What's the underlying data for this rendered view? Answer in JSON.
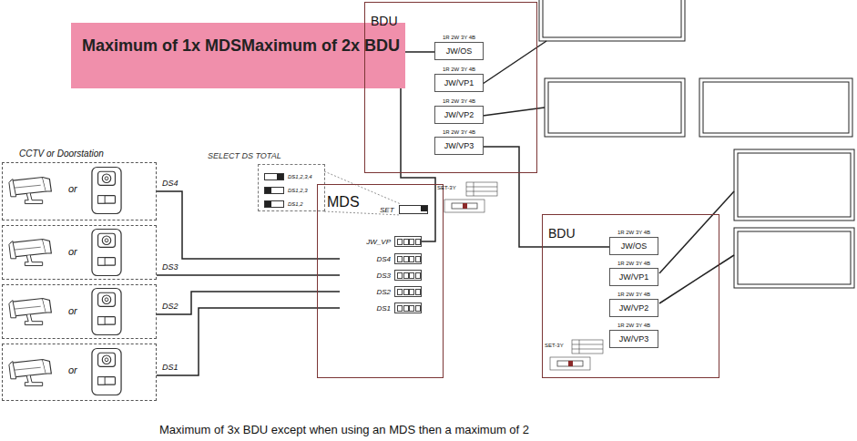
{
  "diagram": {
    "nodes": [
      {
        "text": [
          "Maximum of 1x MDS",
          "Maximum of 2x BDU"
        ]
      },
      {
        "text": [
          "BDU"
        ]
      },
      {
        "text": [
          "1R 2W 3Y 4B",
          "JW/OS"
        ],
        "in": 1
      },
      {
        "text": [
          "1R 2W 3Y 4B",
          "JW/VP1"
        ],
        "in": 1
      },
      {
        "text": [
          "1R 2W 3Y 4B",
          "JW/VP2"
        ],
        "in": 1
      },
      {
        "text": [
          "1R 2W 3Y 4B",
          "JW/VP3"
        ],
        "in": 1
      },
      {
        "text": [
          "SELECT DS TOTAL",
          "DS1,2,3,4",
          "DS1,2,3",
          "DS1,2"
        ]
      },
      {
        "text": [
          "CCTV or Doorstation",
          "or"
        ]
      },
      {
        "text": [
          "MDS",
          "SET"
        ]
      },
      {
        "text": [
          "JW_VP"
        ],
        "in": 8
      },
      {
        "text": [
          "DS4"
        ],
        "in": 8
      },
      {
        "text": [
          "DS3"
        ],
        "in": 8
      },
      {
        "text": [
          "DS2"
        ],
        "in": 8
      },
      {
        "text": [
          "DS1"
        ],
        "in": 8
      },
      {
        "text": [
          "or"
        ]
      },
      {
        "text": [
          "BDU"
        ]
      },
      {
        "text": [
          "1R 2W 3Y 4B",
          "JW/OS"
        ],
        "in": 15
      },
      {
        "text": [
          "1R 2W 3Y 4B",
          "JW/VP1"
        ],
        "in": 15
      },
      {
        "text": [
          "1R 2W 3Y 4B",
          "JW/VP2"
        ],
        "in": 15
      },
      {
        "text": [
          "1R 2W 3Y 4B",
          "JW/VP3"
        ],
        "in": 15
      },
      {
        "text": [
          "or"
        ]
      },
      {
        "text": [
          "or"
        ]
      }
    ],
    "edges": [
      {
        "from": 9,
        "to": 2,
        "arrow": "none"
      },
      {
        "from": 5,
        "to": 16,
        "arrow": "none"
      },
      {
        "from": 7,
        "to": 10,
        "label": "DS4",
        "arrow": "none"
      },
      {
        "from": 14,
        "to": 11,
        "label": "DS3",
        "arrow": "none"
      },
      {
        "from": 20,
        "to": 12,
        "label": "DS2",
        "arrow": "none"
      },
      {
        "from": 21,
        "to": 13,
        "label": "DS1",
        "arrow": "none"
      }
    ],
    "labels": [
      "SET-3Y",
      "SET-3Y",
      "Maximum of 3x BDU except when using an MDS then a maximum of 2"
    ]
  }
}
